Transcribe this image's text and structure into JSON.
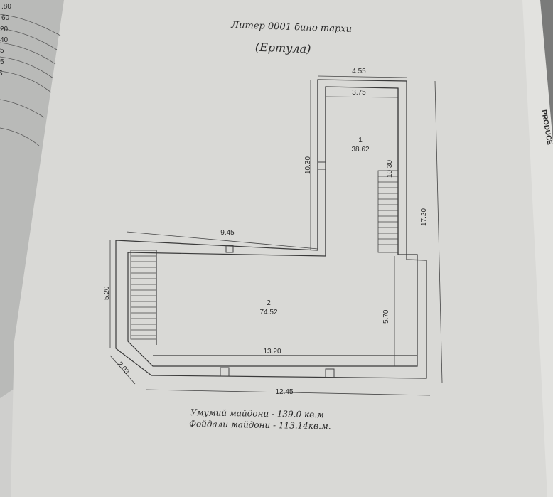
{
  "title": "Литер 0001 бино тархи",
  "subtitle": "(Ертула)",
  "left_page_numbers": [
    ".80",
    "60",
    "20",
    "40",
    "5",
    "5",
    "5"
  ],
  "right_edge_text": "PRODUCE",
  "rooms": [
    {
      "number": "1",
      "area": "38.62"
    },
    {
      "number": "2",
      "area": "74.52"
    }
  ],
  "dimensions": {
    "top_outer_width": "4.55",
    "top_inner_width": "3.75",
    "left_height_room1": "10.30",
    "right_height_room1": "10.30",
    "total_height": "17.20",
    "upper_left_width": "9.45",
    "left_height_room2": "5.20",
    "right_height_room2": "5.70",
    "inner_bottom_width": "13.20",
    "chamfer": "2.03",
    "outer_bottom_width": "12.45"
  },
  "totals": {
    "total_area": "Умумий майдони - 139.0 кв.м",
    "useful_area": "Фойдали майдони - 113.14кв.м."
  }
}
